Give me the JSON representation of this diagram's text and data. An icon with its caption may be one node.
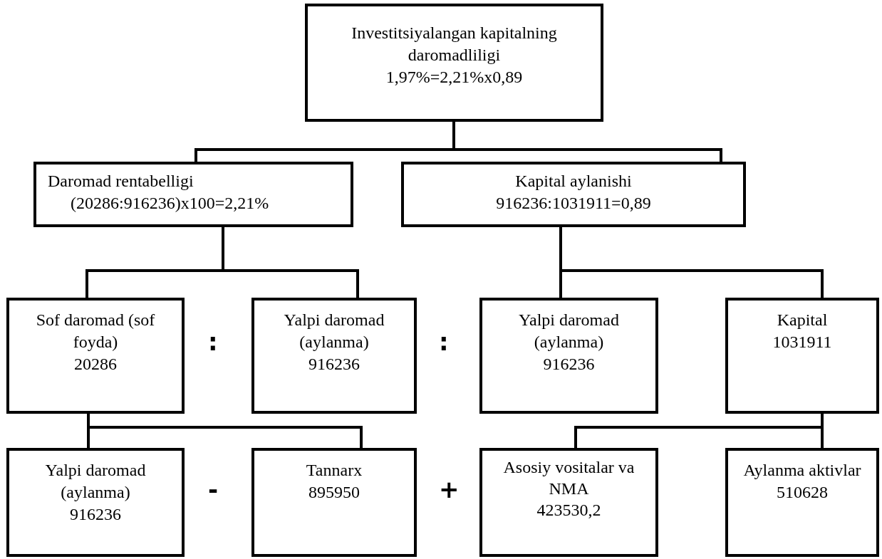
{
  "diagram": {
    "nodes": [
      {
        "text": [
          "Investitsiyalangan kapitalning daromadliligi",
          "1,97%=2,21%x0,89"
        ]
      },
      {
        "text": [
          "Daromad  rentabelligi",
          "(20286:916236)x100=2,21%"
        ]
      },
      {
        "text": [
          "Kapital aylanishi",
          "916236:1031911=0,89"
        ]
      },
      {
        "text": [
          "Sof daromad (sof foyda)",
          "20286"
        ]
      },
      {
        "text": [
          "Yalpi daromad (aylanma)",
          "916236"
        ]
      },
      {
        "text": [
          "Yalpi daromad (aylanma)",
          "916236"
        ]
      },
      {
        "text": [
          "Kapital",
          "1031911"
        ]
      },
      {
        "text": [
          "Yalpi daromad (aylanma)",
          "916236"
        ]
      },
      {
        "text": [
          "Tannarx",
          "895950"
        ]
      },
      {
        "text": [
          "Asosiy vositalar va NMA",
          "423530,2"
        ]
      },
      {
        "text": [
          "Aylanma aktivlar",
          "510628"
        ]
      }
    ],
    "edges": [
      {
        "from": 0,
        "to": 1,
        "arrow": "none"
      },
      {
        "from": 0,
        "to": 2,
        "arrow": "none"
      },
      {
        "from": 1,
        "to": 3,
        "arrow": "none"
      },
      {
        "from": 1,
        "to": 4,
        "arrow": "none"
      },
      {
        "from": 2,
        "to": 5,
        "arrow": "none"
      },
      {
        "from": 2,
        "to": 6,
        "arrow": "none"
      },
      {
        "from": 3,
        "to": 7,
        "arrow": "none"
      },
      {
        "from": 3,
        "to": 8,
        "arrow": "none"
      },
      {
        "from": 6,
        "to": 9,
        "arrow": "none"
      },
      {
        "from": 6,
        "to": 10,
        "arrow": "none"
      }
    ],
    "labels": [
      ":",
      ":",
      "-",
      "+"
    ]
  }
}
